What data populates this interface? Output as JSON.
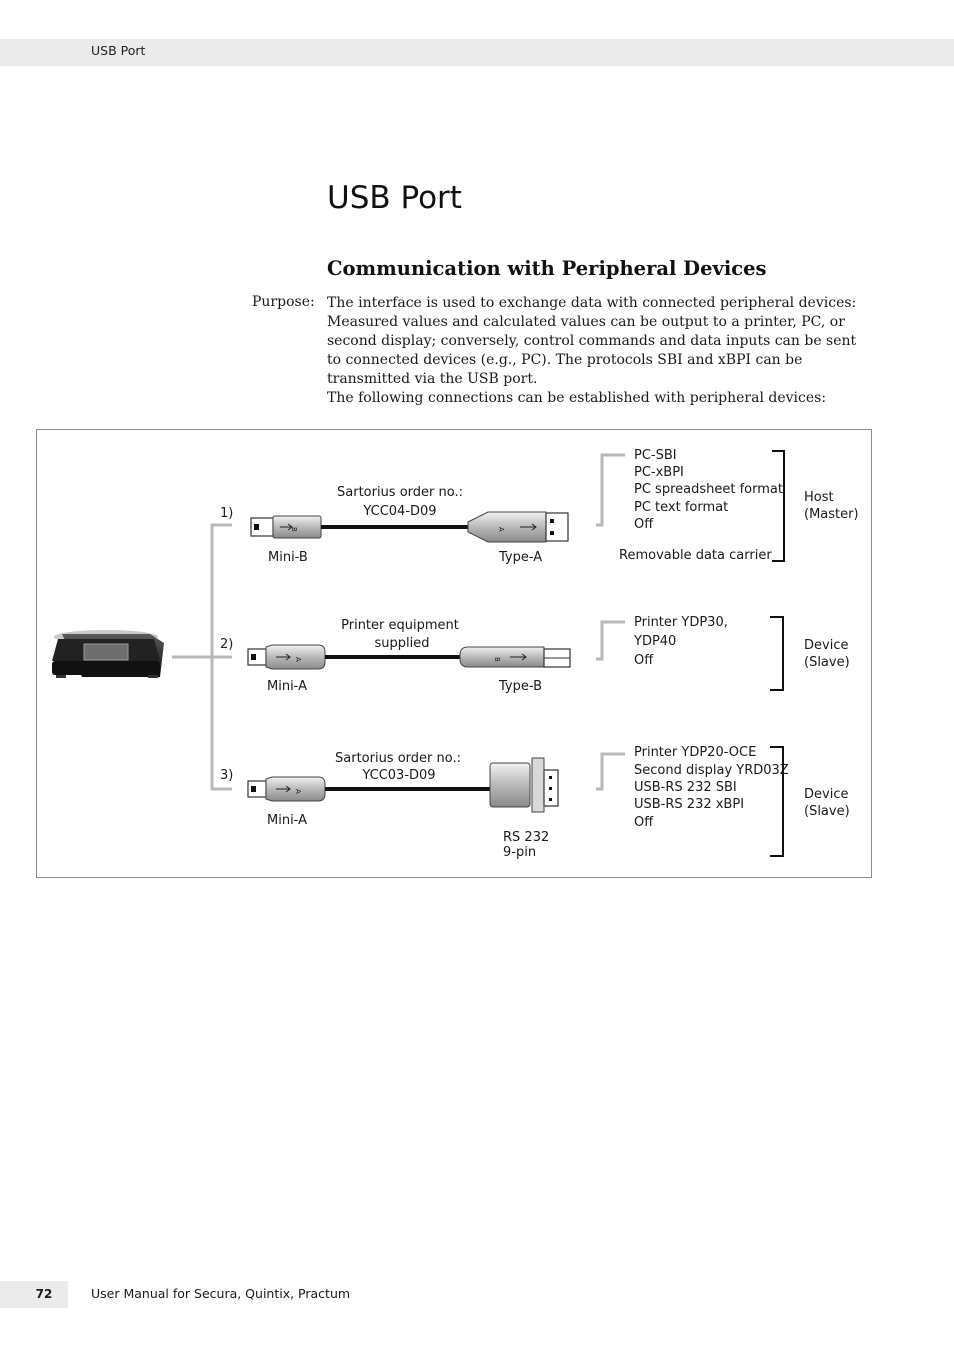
{
  "header": {
    "section": "USB Port"
  },
  "title": "USB Port",
  "section_title": "Communication with Peripheral Devices",
  "purpose": {
    "label": "Purpose:",
    "text": "The interface is used to exchange data with connected peripheral devices: Measured values and calculated values can be output to a printer, PC, or second display; conversely, control commands and data inputs can be sent to connected devices (e.g., PC). The protocols SBI and xBPI can be transmitted via the USB port."
  },
  "connections_intro": "The following connections can be established with peripheral devices:",
  "diagram": {
    "connections": [
      {
        "number": "1)",
        "left_connector": "Mini-B",
        "left_plug_letter": "B",
        "cable_label_line1": "Sartorius order no.:",
        "cable_label_line2": "YCC04-D09",
        "right_connector": "Type-A",
        "right_connector_line2": "",
        "right_plug_letter": "A",
        "devices": [
          "PC-SBI",
          "PC-xBPI",
          "PC spreadsheet format",
          "PC text format",
          "Off"
        ],
        "extra": "Removable data carrier",
        "role_line1": "Host",
        "role_line2": "(Master)"
      },
      {
        "number": "2)",
        "left_connector": "Mini-A",
        "left_plug_letter": "A",
        "cable_label_line1": "Printer equipment",
        "cable_label_line2": "supplied",
        "right_connector": "Type-B",
        "right_connector_line2": "",
        "right_plug_letter": "B",
        "devices": [
          "Printer YDP30,",
          "YDP40",
          "Off"
        ],
        "extra": "",
        "role_line1": "Device",
        "role_line2": "(Slave)"
      },
      {
        "number": "3)",
        "left_connector": "Mini-A",
        "left_plug_letter": "A",
        "cable_label_line1": "Sartorius order no.:",
        "cable_label_line2": "YCC03-D09",
        "right_connector": "RS 232",
        "right_connector_line2": "9-pin",
        "right_plug_letter": "",
        "devices": [
          "Printer YDP20-OCE",
          "Second display YRD03Z",
          "USB-RS 232 SBI",
          "USB-RS 232 xBPI",
          "Off"
        ],
        "extra": "",
        "role_line1": "Device",
        "role_line2": "(Slave)"
      }
    ]
  },
  "footer": {
    "page_number": "72",
    "text": "User Manual for Secura, Quintix, Practum"
  }
}
